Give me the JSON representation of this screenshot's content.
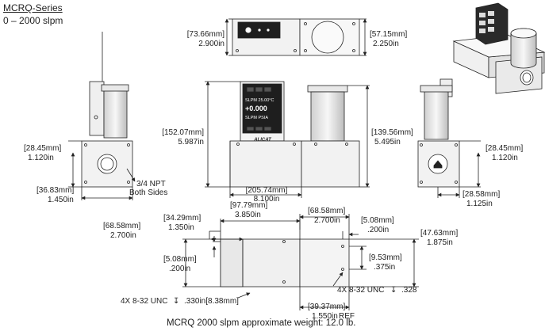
{
  "header": {
    "series": "MCRQ-Series",
    "range": "0 – 2000 slpm"
  },
  "footer": {
    "weight": "MCRQ 2000 slpm approximate weight: 12.0 lb."
  },
  "display": {
    "line1": "SLPM 25.00°C",
    "line2": "+0.000",
    "line3": "SLPM PSIA",
    "brand": "ALICAT"
  },
  "dims": {
    "top_h_mm": "[73.66mm]",
    "top_h_in": "2.900in",
    "top_w_mm": "[57.15mm]",
    "top_w_in": "2.250in",
    "h152_mm": "[152.07mm]",
    "h152_in": "5.987in",
    "h139_mm": "[139.56mm]",
    "h139_in": "5.495in",
    "l205_mm": "[205.74mm]",
    "l205_in": "8.100in",
    "lp_mm": "[28.45mm]",
    "lp_in": "1.120in",
    "lw_mm": "[36.83mm]",
    "lw_in": "1.450in",
    "npt_1": "3/4 NPT",
    "npt_2": "Both Sides",
    "rp_mm": "[28.45mm]",
    "rp_in": "1.120in",
    "rw_mm": "[28.58mm]",
    "rw_in": "1.125in",
    "b977_mm": "[97.79mm]",
    "b977_in": "3.850in",
    "b6858t_mm": "[68.58mm]",
    "b6858t_in": "2.700in",
    "b3429_mm": "[34.29mm]",
    "b3429_in": "1.350in",
    "b508t_mm": "[5.08mm]",
    "b508t_in": ".200in",
    "b6858l_mm": "[68.58mm]",
    "b6858l_in": "2.700in",
    "b508l_mm": "[5.08mm]",
    "b508l_in": ".200in",
    "b4763_mm": "[47.63mm]",
    "b4763_in": "1.875in",
    "b953_mm": "[9.53mm]",
    "b953_in": ".375in",
    "b3937_mm": "[39.37mm]",
    "b3937_in": "1.550in",
    "b3937_ref": "REF",
    "unc_left": "4X 8-32 UNC",
    "unc_left_depth": ".330in[8.38mm]",
    "unc_right": "4X 8-32 UNC",
    "unc_right_depth": ".328"
  }
}
